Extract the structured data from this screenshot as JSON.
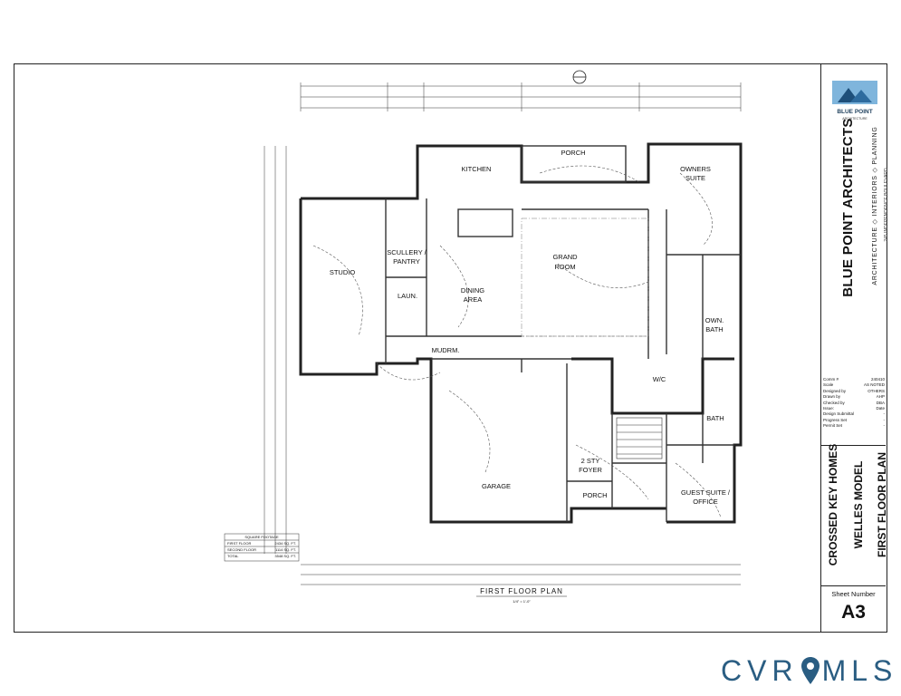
{
  "plan": {
    "sheet_title": "FIRST FLOOR PLAN",
    "scale": "1/4\" = 1'-0\"",
    "rooms": [
      {
        "id": "porch-rear",
        "label": "PORCH"
      },
      {
        "id": "kitchen",
        "label": "KITCHEN"
      },
      {
        "id": "owners-suite-1",
        "label": "OWNERS"
      },
      {
        "id": "owners-suite-2",
        "label": "SUITE"
      },
      {
        "id": "studio",
        "label": "STUDIO"
      },
      {
        "id": "scullery-1",
        "label": "SCULLERY /"
      },
      {
        "id": "scullery-2",
        "label": "PANTRY"
      },
      {
        "id": "grand-1",
        "label": "GRAND"
      },
      {
        "id": "grand-2",
        "label": "ROOM"
      },
      {
        "id": "dining-1",
        "label": "DINING"
      },
      {
        "id": "dining-2",
        "label": "AREA"
      },
      {
        "id": "laun",
        "label": "LAUN."
      },
      {
        "id": "own-bath-1",
        "label": "OWN."
      },
      {
        "id": "own-bath-2",
        "label": "BATH"
      },
      {
        "id": "mudrm",
        "label": "MUDRM."
      },
      {
        "id": "wic",
        "label": "W/C"
      },
      {
        "id": "bath",
        "label": "BATH"
      },
      {
        "id": "garage",
        "label": "GARAGE"
      },
      {
        "id": "foyer-1",
        "label": "2 STY"
      },
      {
        "id": "foyer-2",
        "label": "FOYER"
      },
      {
        "id": "porch-front",
        "label": "PORCH"
      },
      {
        "id": "guest-1",
        "label": "GUEST SUITE /"
      },
      {
        "id": "guest-2",
        "label": "OFFICE"
      }
    ],
    "square_footage": {
      "heading": "SQUARE FOOTAGE",
      "rows": [
        {
          "label": "FIRST FLOOR",
          "value": "2434 SQ. FT."
        },
        {
          "label": "SECOND FLOOR",
          "value": "1114 SQ. FT."
        },
        {
          "label": "TOTAL",
          "value": "3548 SQ. FT."
        }
      ]
    }
  },
  "title_block": {
    "firm_logo_text": "BLUE POINT",
    "firm_logo_subtext": "ARCHITECTURE",
    "firm_name": "BLUE POINT ARCHITECTS",
    "firm_tagline": "ARCHITECTURE ◇ INTERIORS ◇ PLANNING",
    "firm_address": "245 INDEPENDENCE BOULEVARD",
    "info": [
      {
        "label": "Comm #",
        "value": "240410"
      },
      {
        "label": "Scale",
        "value": "AS NOTED"
      },
      {
        "label": "Designed by",
        "value": "OTHERS"
      },
      {
        "label": "Drawn by",
        "value": "AHP"
      },
      {
        "label": "Checked by",
        "value": "DBA"
      },
      {
        "label": "Issue:",
        "value": "Date"
      },
      {
        "label": "Design Submittal",
        "value": "-"
      },
      {
        "label": "Progress Set",
        "value": "-"
      },
      {
        "label": "Permit Set",
        "value": "-"
      }
    ],
    "project_name": "CROSSED KEY HOMES",
    "project_model": "WELLES MODEL",
    "project_sheet_title": "FIRST FLOOR PLAN",
    "sheet_number_label": "Sheet Number",
    "sheet_number": "A3"
  },
  "watermark": {
    "text_left": "CVR",
    "text_right": "MLS",
    "color": "#2a5d82"
  }
}
